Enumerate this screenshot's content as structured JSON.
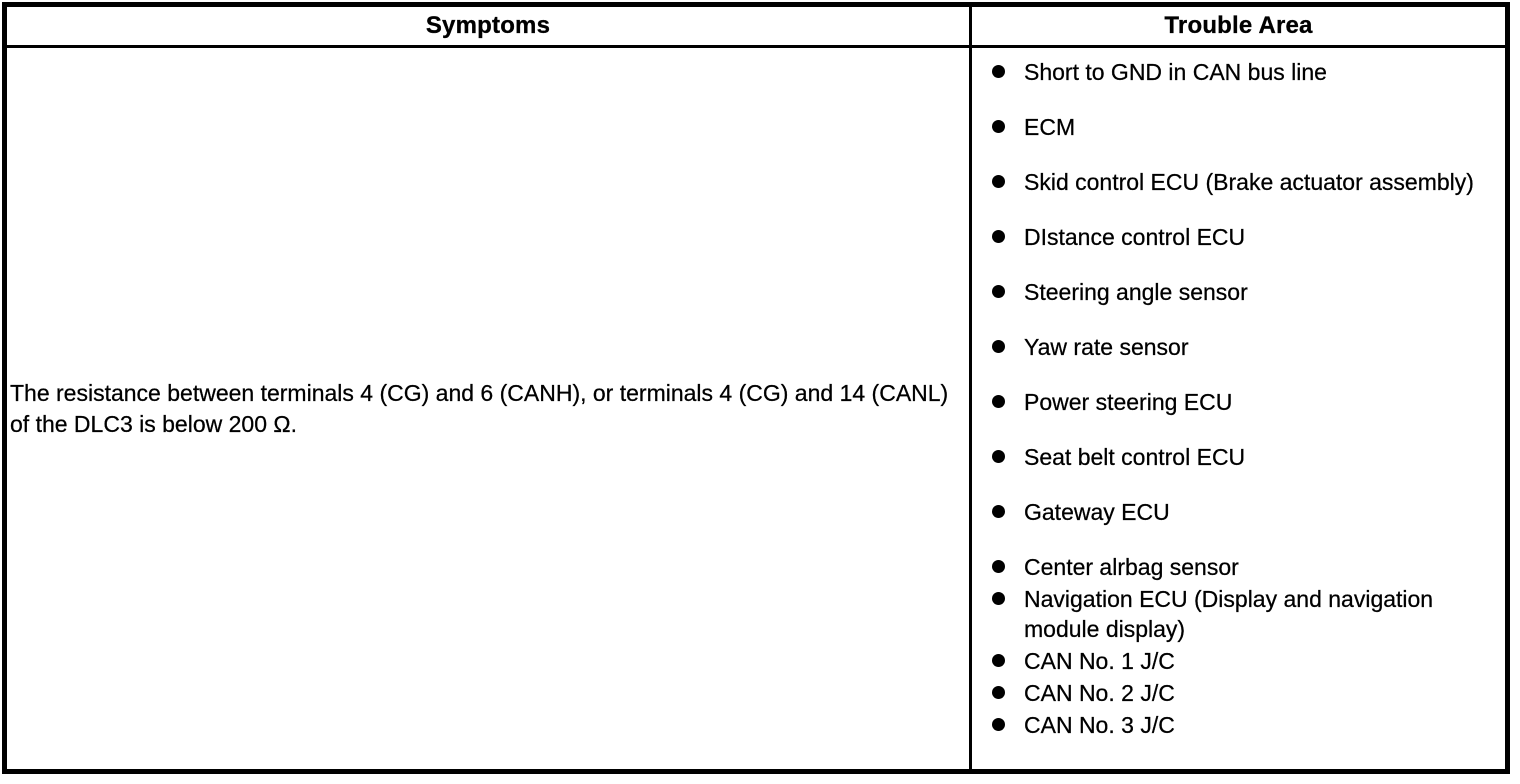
{
  "table": {
    "columns": [
      {
        "header": "Symptoms"
      },
      {
        "header": "Trouble Area"
      }
    ],
    "row": {
      "symptom": "The resistance between terminals 4 (CG) and 6 (CANH), or terminals 4 (CG) and 14 (CANL) of the DLC3 is below 200 Ω.",
      "trouble_areas": [
        "Short to GND in CAN bus line",
        "ECM",
        "Skid control ECU (Brake actuator assembly)",
        "DIstance control ECU",
        "Steering angle sensor",
        "Yaw rate sensor",
        "Power steering ECU",
        "Seat belt control ECU",
        "Gateway ECU",
        "Center alrbag sensor",
        "Navigation ECU (Display and navigation module display)",
        "CAN No. 1 J/C",
        "CAN No. 2 J/C",
        "CAN No. 3 J/C"
      ]
    },
    "colors": {
      "ink": "#000000",
      "paper": "#ffffff"
    }
  }
}
